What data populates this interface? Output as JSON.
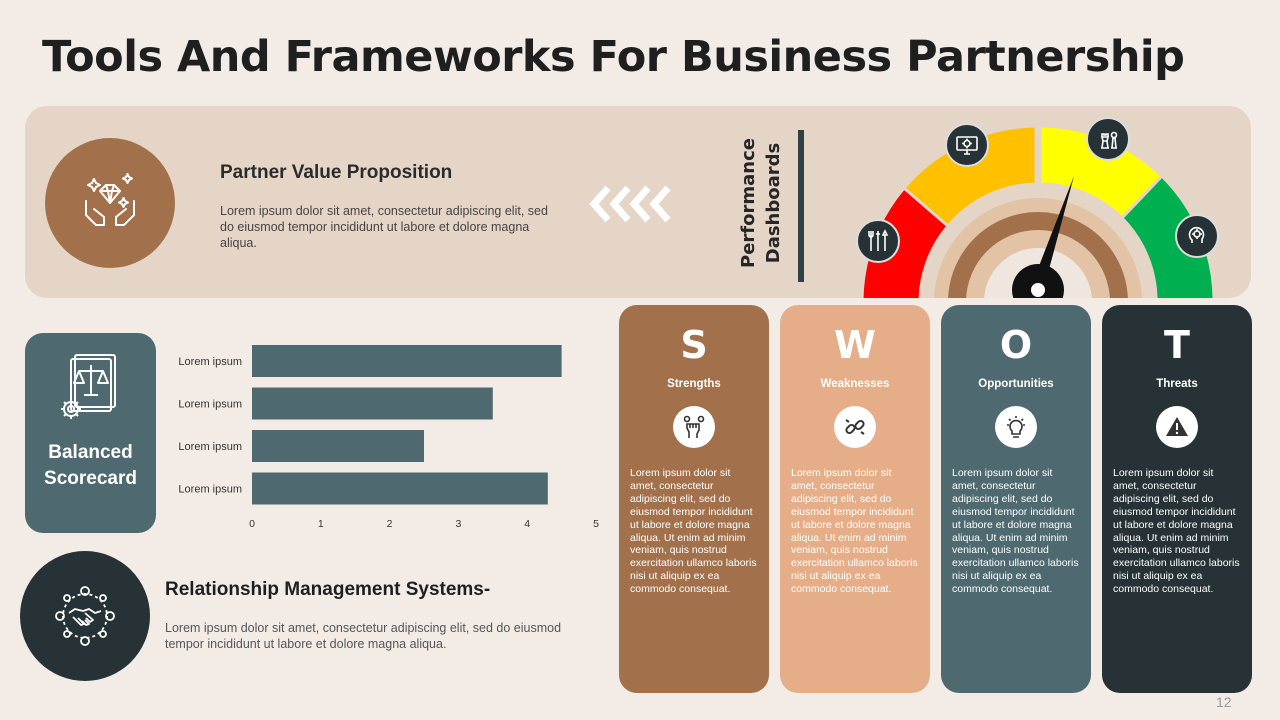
{
  "title": "Tools And Frameworks For Business Partnership",
  "partner_value": {
    "title": "Partner Value Proposition",
    "text": "Lorem ipsum dolor sit amet, consectetur adipiscing elit, sed do eiusmod tempor incididunt ut labore et dolore magna aliqua.",
    "icon": "diamond-hands-icon"
  },
  "performance": {
    "label_line1": "Performance",
    "label_line2": "Dashboards",
    "gauge_colors": [
      "#ff0000",
      "#ffc000",
      "#ffff00",
      "#00b050"
    ],
    "icons": [
      "tools-icon",
      "monitor-gear-icon",
      "chess-icon",
      "brain-gear-icon"
    ]
  },
  "balanced_scorecard": {
    "label": "Balanced Scorecard",
    "icon": "scales-document-icon"
  },
  "chart_data": {
    "type": "bar",
    "orientation": "horizontal",
    "categories": [
      "Lorem ipsum",
      "Lorem ipsum",
      "Lorem ipsum",
      "Lorem ipsum"
    ],
    "values": [
      4.5,
      3.5,
      2.5,
      4.3
    ],
    "xlim": [
      0,
      5
    ],
    "xticks": [
      "0",
      "1",
      "2",
      "3",
      "4",
      "5"
    ],
    "bar_color": "#4e6a70",
    "grid": false
  },
  "relationship": {
    "title": "Relationship Management Systems-",
    "text": "Lorem ipsum dolor sit amet, consectetur adipiscing elit, sed do eiusmod tempor incididunt ut labore et dolore magna aliqua.",
    "icon": "handshake-network-icon"
  },
  "swot": [
    {
      "letter": "S",
      "name": "Strengths",
      "color": "#a2714b",
      "icon": "fist-icon",
      "text": "Lorem ipsum dolor sit amet, consectetur adipiscing elit, sed do eiusmod tempor incididunt ut labore et dolore magna aliqua. Ut enim ad minim veniam, quis nostrud exercitation ullamco laboris nisi ut aliquip ex ea commodo consequat."
    },
    {
      "letter": "W",
      "name": "Weaknesses",
      "color": "#e6ae88",
      "icon": "broken-link-icon",
      "text": "Lorem ipsum dolor sit amet, consectetur adipiscing elit, sed do eiusmod tempor incididunt ut labore et dolore magna aliqua. Ut enim ad minim veniam, quis nostrud exercitation ullamco laboris nisi ut aliquip ex ea commodo consequat."
    },
    {
      "letter": "O",
      "name": "Opportunities",
      "color": "#4e6a70",
      "icon": "lightbulb-icon",
      "text": "Lorem ipsum dolor sit amet, consectetur adipiscing elit, sed do eiusmod tempor incididunt ut labore et dolore magna aliqua. Ut enim ad minim veniam, quis nostrud exercitation ullamco laboris nisi ut aliquip ex ea commodo consequat."
    },
    {
      "letter": "T",
      "name": "Threats",
      "color": "#263235",
      "icon": "warning-icon",
      "text": "Lorem ipsum dolor sit amet, consectetur adipiscing elit, sed do eiusmod tempor incididunt ut labore et dolore magna aliqua. Ut enim ad minim veniam, quis nostrud exercitation ullamco laboris nisi ut aliquip ex ea commodo consequat."
    }
  ],
  "page_number": "12"
}
